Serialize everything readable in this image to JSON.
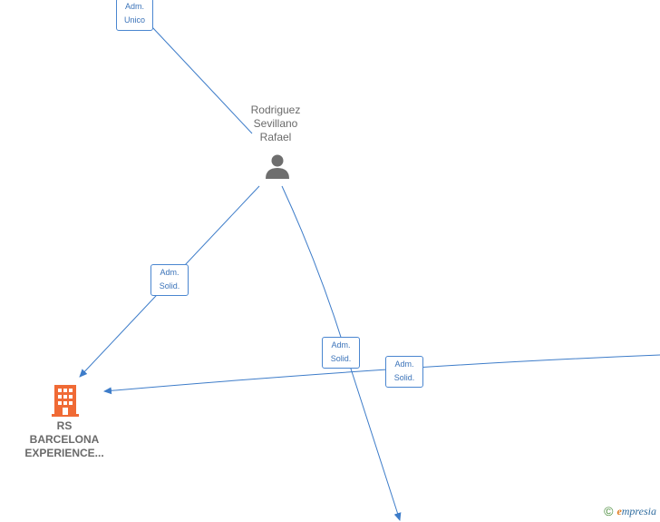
{
  "colors": {
    "edge": "#3d7cc9",
    "label_border": "#4a86d0",
    "label_text": "#3b73b9",
    "person_icon": "#6e6e6e",
    "company_icon": "#f06a35",
    "node_text": "#6a6a6a"
  },
  "nodes": {
    "person": {
      "name_lines": [
        "Rodriguez",
        "Sevillano",
        "Rafael"
      ],
      "icon": "person-icon"
    },
    "company": {
      "name_lines": [
        "RS",
        "BARCELONA",
        "EXPERIENCE..."
      ],
      "icon": "building-icon"
    }
  },
  "edges": {
    "top": {
      "lines": [
        "Adm.",
        "Unico"
      ]
    },
    "left": {
      "lines": [
        "Adm.",
        "Solid."
      ]
    },
    "center": {
      "lines": [
        "Adm.",
        "Solid."
      ]
    },
    "right": {
      "lines": [
        "Adm.",
        "Solid."
      ]
    }
  },
  "watermark": {
    "symbol": "©",
    "brand_initial": "e",
    "brand_rest": "mpresia"
  }
}
